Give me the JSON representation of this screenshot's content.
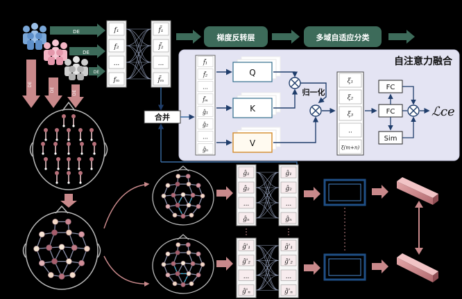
{
  "diagram": {
    "de_label": "DE",
    "feature_f": [
      "f₁",
      "f₂",
      "...",
      "fₘ"
    ],
    "feature_f_tilde": [
      "f̃₁",
      "f̃₂",
      "...",
      "f̃ₘ"
    ],
    "feature_g": [
      "ĝ₁",
      "ĝ₂",
      "...",
      "ĝₙ"
    ],
    "feature_g_prime": [
      "ĝ'₁",
      "ĝ'₂",
      "...",
      "ĝ'ₙ"
    ],
    "attn_f": [
      "f̃₁",
      "f̃₂",
      "...",
      "f̃ₘ"
    ],
    "attn_g": [
      "ĝ₁",
      "ĝ₂",
      "...",
      "ĝₙ"
    ],
    "xi": [
      "ξ₁",
      "ξ₂",
      "ξ₃",
      "..",
      "ξ(m+n)"
    ],
    "grl_label": "梯度反转层",
    "classifier_label": "多域自适应分类",
    "fusion_title": "自注意力融合",
    "merge_label": "合并",
    "norm_label": "归一化",
    "q_label": "Q",
    "k_label": "K",
    "v_label": "V",
    "fc_label": "FC",
    "sim_label": "Sim",
    "loss_label": "ℒce",
    "colors": {
      "accent_green": "#3d6b5a",
      "panel": "#e4e4f3",
      "arrow_pink": "#c9898b",
      "box_blue": "#1f3d6b"
    }
  }
}
